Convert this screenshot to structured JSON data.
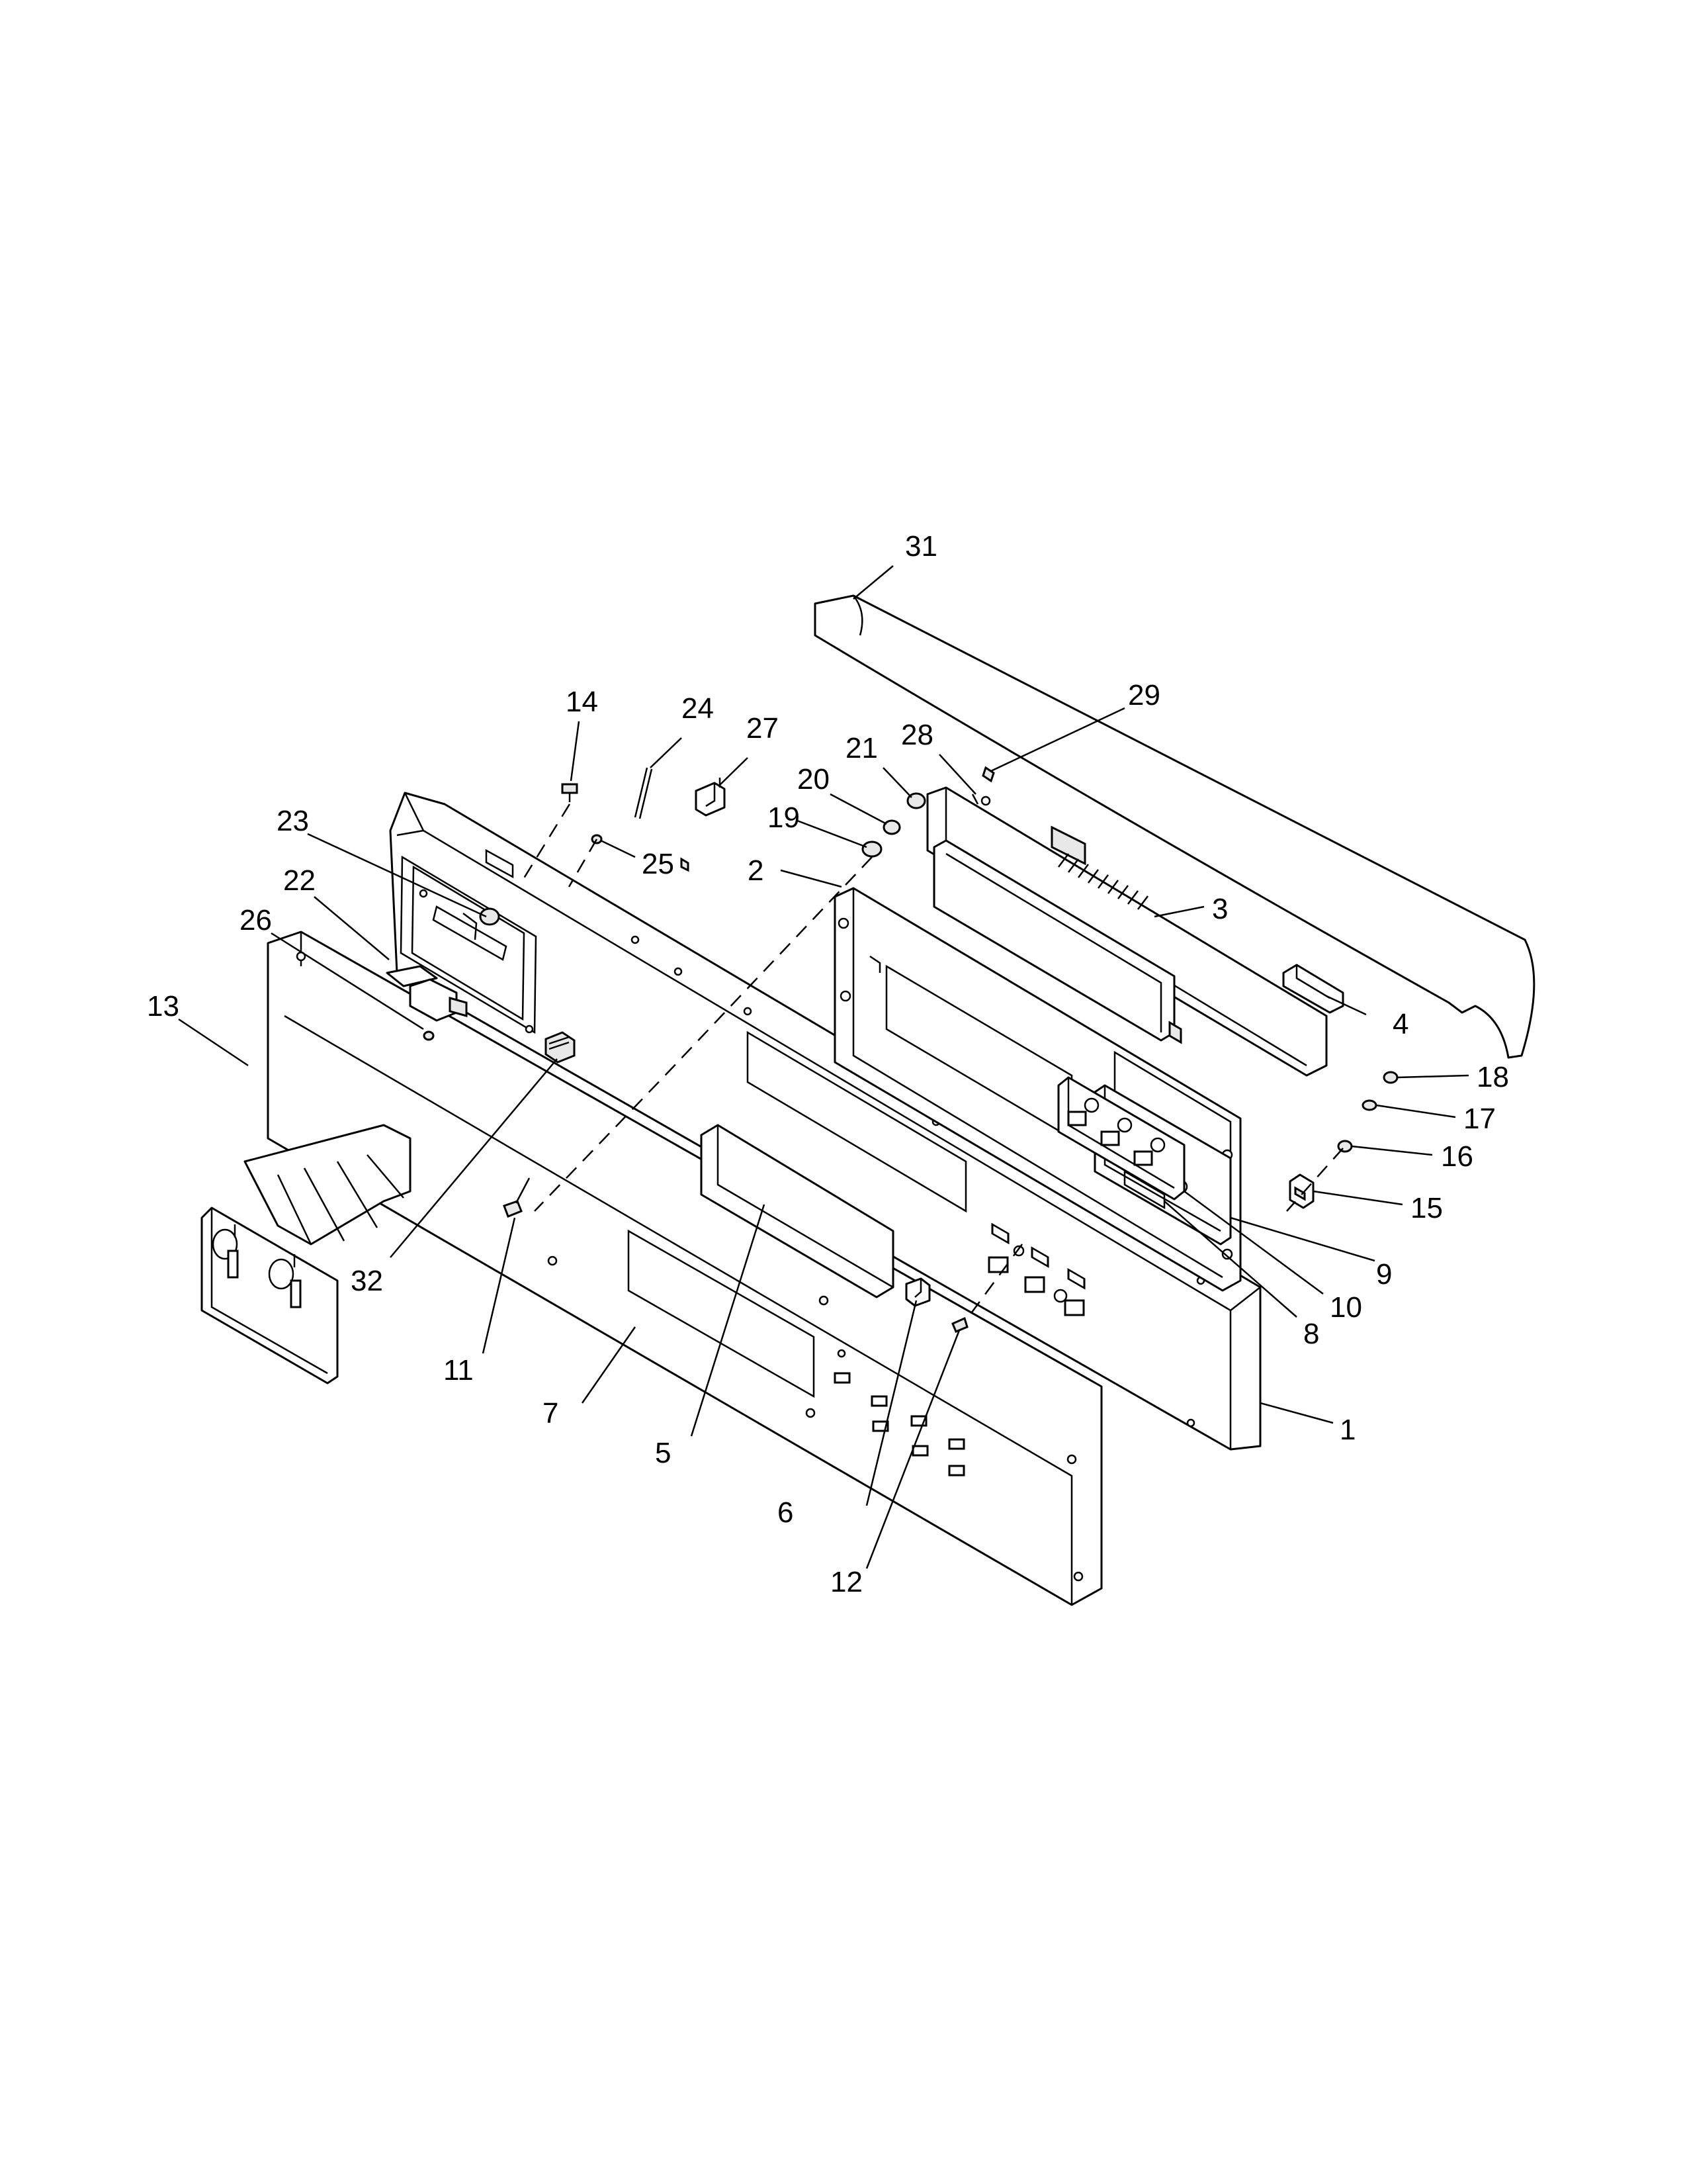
{
  "diagram": {
    "callouts": [
      {
        "id": "1",
        "label": "1"
      },
      {
        "id": "2",
        "label": "2"
      },
      {
        "id": "3",
        "label": "3"
      },
      {
        "id": "4",
        "label": "4"
      },
      {
        "id": "5",
        "label": "5"
      },
      {
        "id": "6",
        "label": "6"
      },
      {
        "id": "7",
        "label": "7"
      },
      {
        "id": "8",
        "label": "8"
      },
      {
        "id": "9",
        "label": "9"
      },
      {
        "id": "10",
        "label": "10"
      },
      {
        "id": "11",
        "label": "11"
      },
      {
        "id": "12",
        "label": "12"
      },
      {
        "id": "13",
        "label": "13"
      },
      {
        "id": "14",
        "label": "14"
      },
      {
        "id": "15",
        "label": "15"
      },
      {
        "id": "16",
        "label": "16"
      },
      {
        "id": "17",
        "label": "17"
      },
      {
        "id": "18",
        "label": "18"
      },
      {
        "id": "19",
        "label": "19"
      },
      {
        "id": "20",
        "label": "20"
      },
      {
        "id": "21",
        "label": "21"
      },
      {
        "id": "22",
        "label": "22"
      },
      {
        "id": "23",
        "label": "23"
      },
      {
        "id": "24",
        "label": "24"
      },
      {
        "id": "25",
        "label": "25"
      },
      {
        "id": "26",
        "label": "26"
      },
      {
        "id": "27",
        "label": "27"
      },
      {
        "id": "28",
        "label": "28"
      },
      {
        "id": "29",
        "label": "29"
      },
      {
        "id": "31",
        "label": "31"
      },
      {
        "id": "32",
        "label": "32"
      }
    ]
  }
}
